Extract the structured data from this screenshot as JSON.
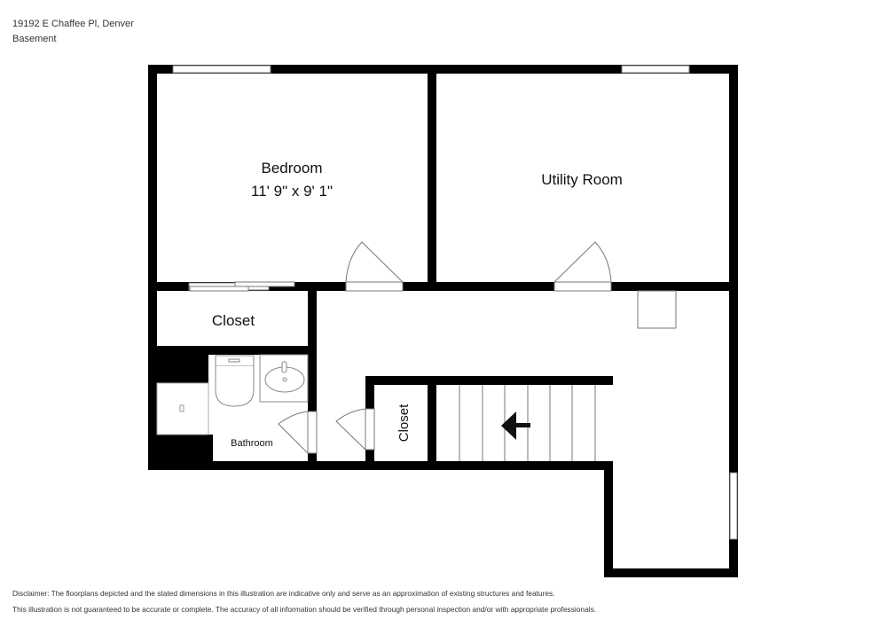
{
  "header": {
    "address": "19192 E Chaffee Pl, Denver",
    "floor": "Basement"
  },
  "rooms": {
    "bedroom": {
      "name": "Bedroom",
      "dimensions": "11' 9\" x 9' 1\""
    },
    "utility": {
      "name": "Utility Room"
    },
    "closet_main": {
      "name": "Closet"
    },
    "closet_stair": {
      "name": "Closet"
    },
    "bathroom": {
      "name": "Bathroom"
    }
  },
  "stairs": {
    "direction": "left",
    "step_count": 8
  },
  "disclaimer": {
    "line1": "Disclaimer: The floorplans depicted and the stated dimensions in this illustration are indicative only and serve as an approximation of existing structures and features.",
    "line2": "This illustration is not guaranteed to be accurate or complete. The accuracy of all information should be verified through personal inspection and/or with appropriate professionals."
  },
  "colors": {
    "wall": "#000000",
    "fixture_line": "#888888",
    "background": "#ffffff"
  }
}
